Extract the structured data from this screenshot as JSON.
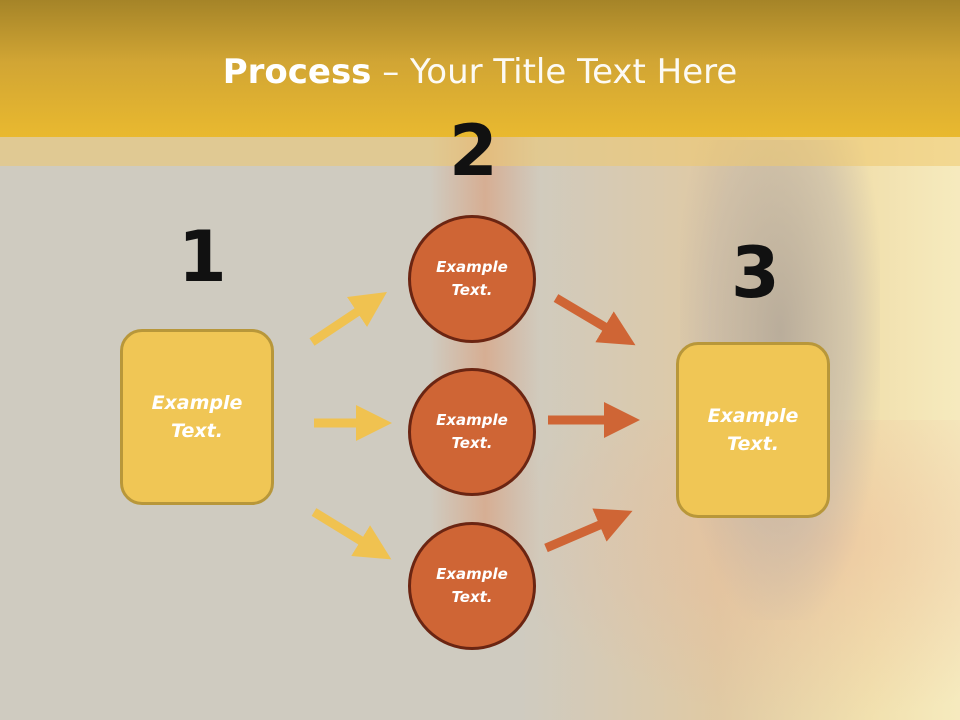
{
  "slide": {
    "title_bold": "Process",
    "title_rest": " – Your Title Text Here"
  },
  "steps": {
    "n1": "1",
    "n2": "2",
    "n3": "3"
  },
  "left_box": {
    "text": "Example\nText."
  },
  "circles": [
    {
      "text": "Example\nText."
    },
    {
      "text": "Example\nText."
    },
    {
      "text": "Example\nText."
    }
  ],
  "right_box": {
    "text": "Example\nText."
  },
  "colors": {
    "header": "#e9b92f",
    "box_fill": "#f0c655",
    "box_border": "#b8973a",
    "circle_fill": "#cf6535",
    "circle_border": "#6b2512",
    "arrow_yellow": "#f0c250",
    "arrow_orange": "#cf6535"
  }
}
